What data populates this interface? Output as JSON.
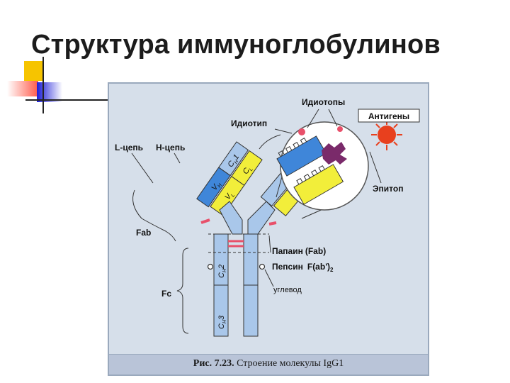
{
  "slide": {
    "title": "Структура иммуноглобулинов"
  },
  "diagram": {
    "labels": {
      "l_chain": "L-цепь",
      "h_chain": "H-цепь",
      "fab": "Fab",
      "fc": "Fc",
      "idiotype": "Идиотип",
      "idiotopes": "Идиотопы",
      "antigens": "Антигены",
      "epitope": "Эпитоп",
      "papain": "Папаин",
      "papain_fragment": "(Fab)",
      "pepsin": "Пепсин",
      "pepsin_fragment": "F(ab')",
      "pepsin_subscript": "2",
      "carbohydrate": "углевод"
    },
    "domains": {
      "vh_main": "V",
      "vh_sub": "H",
      "vl_main": "V",
      "vl_sub": "L",
      "ch1_main": "C",
      "ch1_sub": "H",
      "ch1_num": "1",
      "cl_main": "C",
      "cl_sub": "L",
      "ch2_main": "C",
      "ch2_sub": "H",
      "ch2_num": "2",
      "ch3_main": "C",
      "ch3_sub": "H",
      "ch3_num": "3"
    },
    "caption": {
      "figure_label": "Рис. 7.23.",
      "text": " Строение молекулы IgG1"
    }
  },
  "colors": {
    "heavy_chain": "#a9c7ea",
    "light_chain": "#f2ee3a",
    "variable_heavy": "#3f86d9",
    "disulfide": "#e8506a",
    "antigen_core": "#e8401e",
    "idiotope": "#7a2a6a",
    "panel_background": "#d6dfea",
    "caption_background": "#b9c4d8"
  }
}
